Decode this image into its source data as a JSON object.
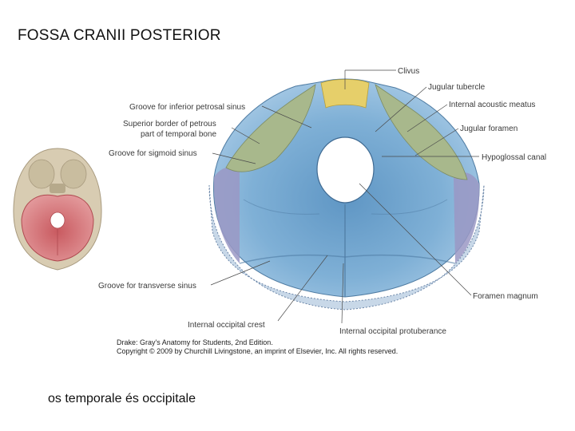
{
  "slide": {
    "title": "FOSSA CRANII POSTERIOR",
    "caption": "os temporale és occipitale"
  },
  "figure": {
    "labels": {
      "clivus": "Clivus",
      "jugular_tubercle": "Jugular tubercle",
      "internal_acoustic_meatus": "Internal acoustic meatus",
      "jugular_foramen": "Jugular foramen",
      "hypoglossal_canal": "Hypoglossal canal",
      "groove_inferior_petrosal_sinus": "Groove for inferior petrosal sinus",
      "superior_border_petrous_line1": "Superior border of petrous",
      "superior_border_petrous_line2": "part of temporal bone",
      "groove_sigmoid_sinus": "Groove for sigmoid sinus",
      "groove_transverse_sinus": "Groove for transverse sinus",
      "foramen_magnum": "Foramen magnum",
      "internal_occipital_crest": "Internal occipital crest",
      "internal_occipital_protuberance": "Internal occipital protuberance"
    },
    "credit_line1": "Drake: Gray's Anatomy for Students, 2nd Edition.",
    "credit_line2": "Copyright © 2009 by Churchill Livingstone, an imprint of Elsevier, Inc. All rights reserved."
  },
  "colors": {
    "occipital_blue": "#7fb0d6",
    "clivus_yellow": "#e6cf6a",
    "petrous_green": "#a8b88c",
    "sigmoid_purple": "#9a98c4",
    "thumbnail_red": "#d9767a",
    "thumbnail_beige": "#cfc3ab"
  }
}
